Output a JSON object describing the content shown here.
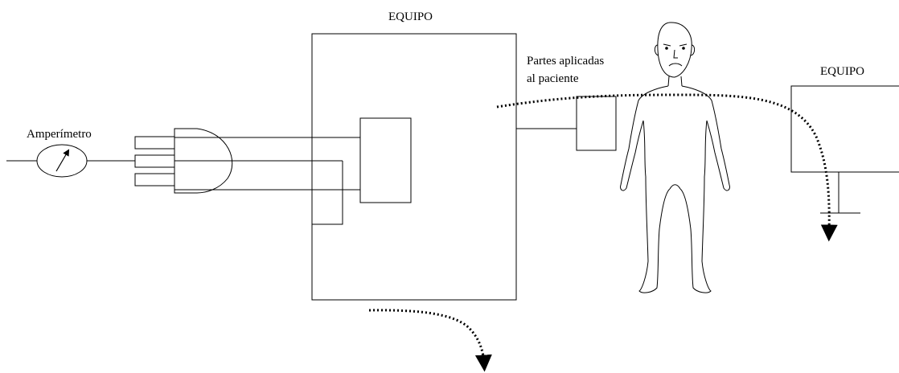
{
  "labels": {
    "equipo_main": "EQUIPO",
    "equipo_right": "EQUIPO",
    "applied_parts_line1": "Partes aplicadas",
    "applied_parts_line2": "al paciente",
    "ammeter": "Amperímetro"
  },
  "icons": {
    "ammeter": "ammeter-gauge-icon",
    "patient": "human-figure-icon",
    "leakage_current": "dotted-arrow-icon"
  },
  "colors": {
    "stroke": "#000000",
    "background": "#ffffff"
  }
}
